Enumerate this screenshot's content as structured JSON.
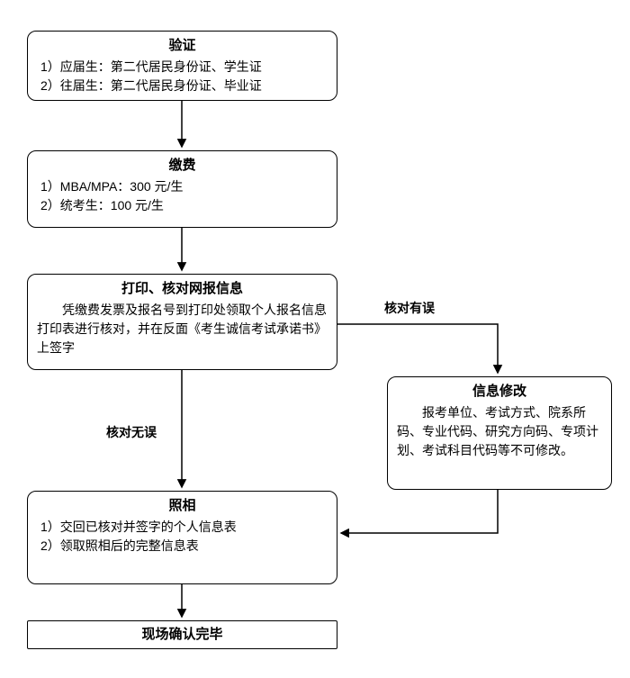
{
  "flowchart": {
    "verify": {
      "title": "验证",
      "lines": [
        "1）应届生：第二代居民身份证、学生证",
        "2）往届生：第二代居民身份证、毕业证"
      ]
    },
    "pay": {
      "title": "缴费",
      "lines": [
        "1）MBA/MPA：300 元/生",
        "2）统考生：100 元/生"
      ]
    },
    "print_check": {
      "title": "打印、核对网报信息",
      "body": "凭缴费发票及报名号到打印处领取个人报名信息打印表进行核对，并在反面《考生诚信考试承诺书》上签字"
    },
    "modify": {
      "title": "信息修改",
      "body": "报考单位、考试方式、院系所码、专业代码、研究方向码、专项计划、考试科目代码等不可修改。"
    },
    "photo": {
      "title": "照相",
      "lines": [
        "1）交回已核对并签字的个人信息表",
        "2）领取照相后的完整信息表"
      ]
    },
    "done": {
      "title": "现场确认完毕"
    },
    "labels": {
      "check_error": "核对有误",
      "check_ok": "核对无误"
    },
    "colors": {
      "stroke": "#000000",
      "background": "#ffffff"
    }
  }
}
